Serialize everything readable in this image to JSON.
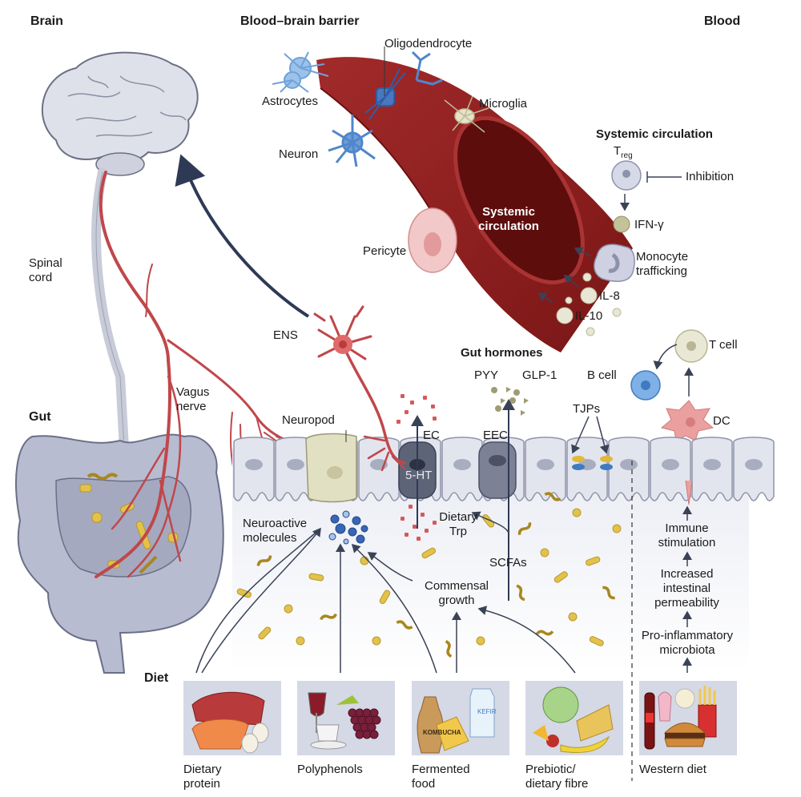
{
  "sections": {
    "brain": "Brain",
    "bbb": "Blood–brain barrier",
    "blood": "Blood",
    "gut": "Gut",
    "diet": "Diet"
  },
  "brain_labels": {
    "spinal_cord_1": "Spinal",
    "spinal_cord_2": "cord",
    "vagus_1": "Vagus",
    "vagus_2": "nerve"
  },
  "bbb_labels": {
    "astrocytes": "Astrocytes",
    "oligodendrocyte": "Oligodendrocyte",
    "microglia": "Microglia",
    "neuron": "Neuron",
    "pericyte": "Pericyte",
    "vessel_1": "Systemic",
    "vessel_2": "circulation"
  },
  "systemic": {
    "title": "Systemic circulation",
    "treg_main": "T",
    "treg_sub": "reg",
    "inhibition": "Inhibition",
    "ifn": "IFN-γ",
    "monocyte_1": "Monocyte",
    "monocyte_2": "trafficking",
    "il8": "IL-8",
    "il10": "IL-10"
  },
  "immune": {
    "t_cell": "T cell",
    "b_cell": "B cell",
    "dc": "DC"
  },
  "gut_labels": {
    "ens": "ENS",
    "neuropod": "Neuropod",
    "ec": "EC",
    "ht": "5-HT",
    "eec": "EEC",
    "hormones_title": "Gut hormones",
    "pyy": "PYY",
    "glp1": "GLP-1",
    "tjps": "TJPs",
    "neuroactive_1": "Neuroactive",
    "neuroactive_2": "molecules",
    "trp_1": "Dietary",
    "trp_2": "Trp",
    "scfas": "SCFAs",
    "commensal_1": "Commensal",
    "commensal_2": "growth",
    "immune_stim_1": "Immune",
    "immune_stim_2": "stimulation",
    "perm_1": "Increased",
    "perm_2": "intestinal",
    "perm_3": "permeability",
    "proinf_1": "Pro-inflammatory",
    "proinf_2": "microbiota"
  },
  "diet_items": [
    {
      "line1": "Dietary",
      "line2": "protein"
    },
    {
      "line1": "Polyphenols",
      "line2": ""
    },
    {
      "line1": "Fermented",
      "line2": "food",
      "tag1": "KOMBUCHA",
      "tag2": "KEFIR"
    },
    {
      "line1": "Prebiotic/",
      "line2": "dietary fibre"
    },
    {
      "line1": "Western diet",
      "line2": ""
    }
  ],
  "colors": {
    "vessel": "#8b1c1c",
    "nerve": "#c0474a",
    "glia_blue": "#5b8fd1",
    "tissue": "#c9ccdc",
    "bacteria": "#e3c24a",
    "arrow": "#3a4256"
  }
}
